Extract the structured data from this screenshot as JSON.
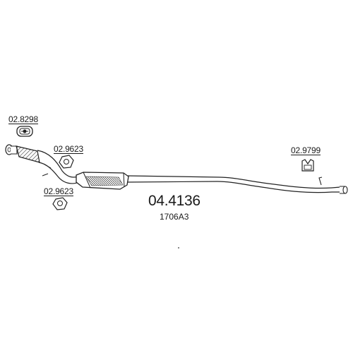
{
  "diagram": {
    "part_number": "04.4136",
    "oem_reference": "1706A3",
    "component_codes": {
      "clamp": "02.8298",
      "gasket_upper": "02.9623",
      "gasket_lower": "02.9623",
      "rubber_mount": "02.9799"
    }
  }
}
